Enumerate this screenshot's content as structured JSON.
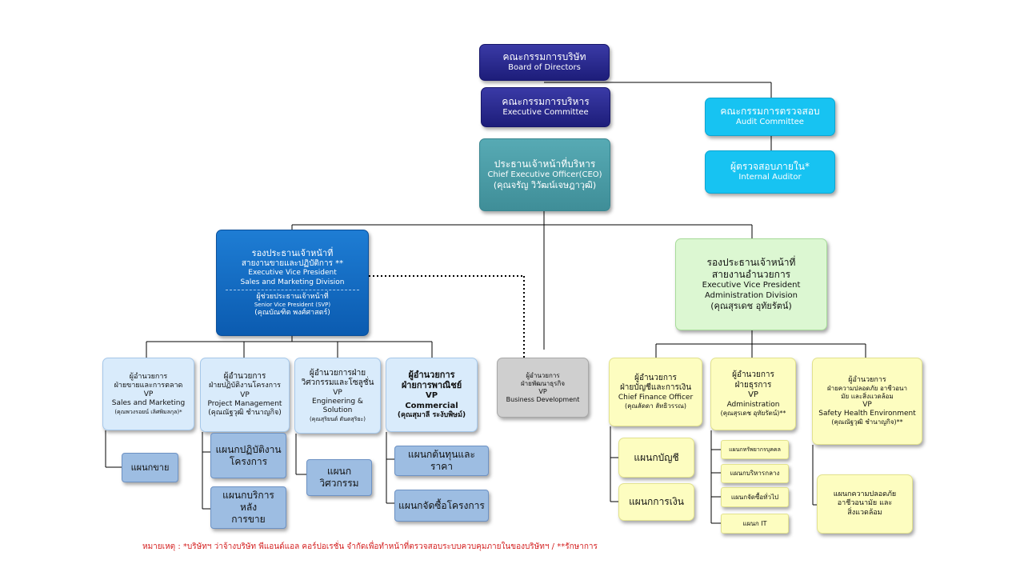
{
  "nodes": {
    "board": {
      "th": "คณะกรรมการบริษัท",
      "en": "Board of Directors"
    },
    "exec": {
      "th": "คณะกรรมการบริหาร",
      "en": "Executive  Committee"
    },
    "audit": {
      "th": "คณะกรรมการตรวจสอบ",
      "en": "Audit  Committee"
    },
    "internal": {
      "th": "ผู้ตรวจสอบภายใน*",
      "en": "Internal Auditor"
    },
    "ceo": {
      "th": "ประธานเจ้าหน้าที่บริหาร",
      "en": "Chief Executive  Officer(CEO)",
      "name": "(คุณจรัญ วิวัฒน์เจษฎาวุฒิ)"
    },
    "evp_sales": {
      "th1": "รองประธานเจ้าหน้าที่",
      "th2": "สายงานขายและปฏิบัติการ **",
      "en1": "Executive  Vice President",
      "en2": "Sales and  Marketing Division",
      "svp_th": "ผู้ช่วยประธานเจ้าหน้าที่",
      "svp_en": "Senior Vice  President  (SVP)",
      "svp_name": "(คุณบัณฑิต พงศ์ศาสตร์)"
    },
    "evp_admin": {
      "th1": "รองประธานเจ้าหน้าที่",
      "th2": "สายงานอำนวยการ",
      "en1": "Executive  Vice President",
      "en2": "Administration  Division",
      "name": "(คุณสุรเดช อุทัยรัตน์)"
    },
    "vp_sales": {
      "th1": "ผู้อำนวยการ",
      "th2": "ฝ่ายขายและการตลาด",
      "vp": "VP",
      "en": "Sales and  Marketing",
      "name": "(คุณพวงรอยน์ เลิศพิมลกุล)*"
    },
    "vp_pm": {
      "th1": "ผู้อำนวยการ",
      "th2": "ฝ่ายปฏิบัติงานโครงการ",
      "vp": "VP",
      "en": "Project Management",
      "name": "(คุณณัฐวุฒิ ชำนาญกิจ)"
    },
    "vp_eng": {
      "th1": "ผู้อำนวยการฝ่าย",
      "th2": "วิศวกรรมและโซลูชั่น",
      "vp": "VP",
      "en1": "Engineering  &",
      "en2": "Solution",
      "name": "(คุณสุริยนต์ ตันตสุริยะ)"
    },
    "vp_com": {
      "th1": "ผู้อำนวยการ",
      "th2": "ฝ่ายการพาณิชย์",
      "vp": "VP",
      "en": "Commercial",
      "name": "(คุณสุมาลี ระงับพิษม์)"
    },
    "vp_bd": {
      "th1": "ผู้อำนวยการ",
      "th2": "ฝ่ายพัฒนาธุรกิจ",
      "vp": "VP",
      "en": "Business Development"
    },
    "vp_fin": {
      "th1": "ผู้อำนวยการ",
      "th2": "ฝ่ายบัญชีและการเงิน",
      "en": "Chief Finance Officer",
      "name": "(คุณลัดดา ลัทธิวรรณ)"
    },
    "vp_adm": {
      "th1": "ผู้อำนวยการ",
      "th2": "ฝ่ายธุรการ",
      "vp": "VP",
      "en": "Administration",
      "name": "(คุณสุรเดช อุทัยรัตน์)**"
    },
    "vp_she": {
      "th1": "ผู้อำนวยการ",
      "th2": "ฝ่ายความปลอดภัย อาชีวอนา",
      "th3": "มัย และสิ่งแวดล้อม",
      "vp": "VP",
      "en": "Safety Health Environment",
      "name": "(คุณณัฐวุฒิ ชำนาญกิจ)**"
    },
    "d_sales": {
      "label": "แผนกขาย"
    },
    "d_ops": {
      "line1": "แผนกปฏิบัติงาน",
      "line2": "โครงการ"
    },
    "d_aftersales": {
      "line1": "แผนกบริการหลัง",
      "line2": "การขาย"
    },
    "d_eng": {
      "line1": "แผนก",
      "line2": "วิศวกรรม"
    },
    "d_cost": {
      "label": "แผนกต้นทุนและราคา"
    },
    "d_proc": {
      "label": "แผนกจัดซื้อโครงการ"
    },
    "d_acc": {
      "label": "แผนกบัญชี"
    },
    "d_fin": {
      "label": "แผนกการเงิน"
    },
    "d_hr": {
      "label": "แผนกทรัพยากรบุคคล"
    },
    "d_central": {
      "label": "แผนกบริหารกลาง"
    },
    "d_purch": {
      "label": "แผนกจัดซื้อทั่วไป"
    },
    "d_it": {
      "label": "แผนก  IT"
    },
    "d_she": {
      "line1": "แผนกความปลอดภัย",
      "line2": "อาชีวอนามัย และ",
      "line3": "สิ่งแวดล้อม"
    }
  },
  "footnote": "หมายเหตุ : *บริษัทฯ ว่าจ้างบริษัท พีแอนด์แอล คอร์ปอเรชั่น จำกัดเพื่อทำหน้าที่ตรวจสอบระบบควบคุมภายในของบริษัทฯ / **รักษาการ",
  "colors": {
    "navy": "#1d1d7a",
    "cyan": "#17c3f2",
    "teal": "#4a9aa4",
    "blue": "#0b5bb0",
    "green": "#dcf7d2",
    "light_blue": "#d9ebfb",
    "gray": "#cfcfcf",
    "yellow": "#fdfdc0",
    "dept_blue": "#9dbde2",
    "note_red": "#d41f1f"
  }
}
